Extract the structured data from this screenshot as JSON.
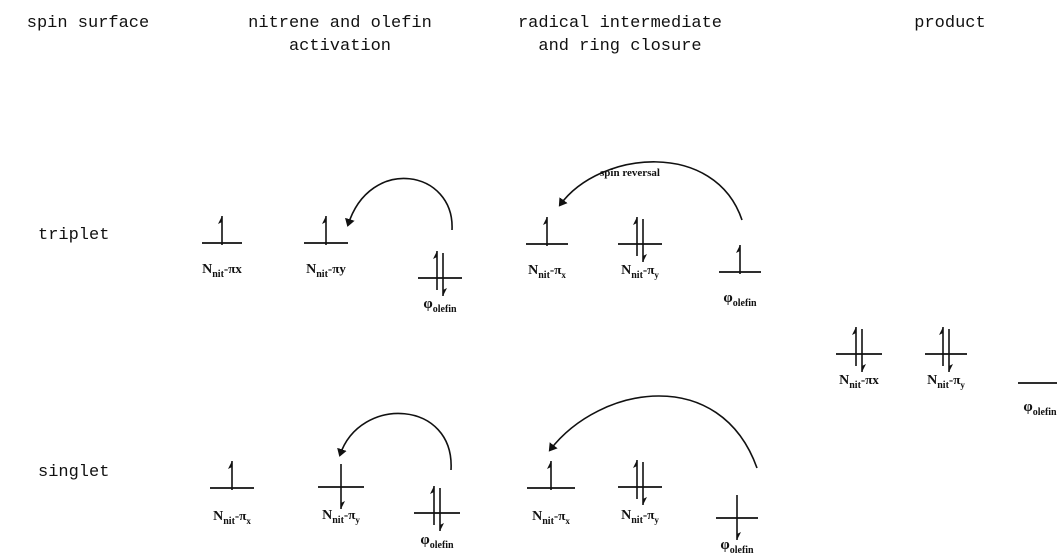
{
  "headers": {
    "spin_surface": "spin surface",
    "activation": "nitrene and olefin\nactivation",
    "radical": "radical intermediate\nand ring closure",
    "product": "product"
  },
  "rows": {
    "triplet": "triplet",
    "singlet": "singlet"
  },
  "arrow_labels": {
    "spin_reversal": "spin reversal"
  },
  "orbitals": [
    {
      "id": "t-act-x",
      "base": "N",
      "sub": "nit",
      "suffix": "-πx",
      "suffix_sub": "",
      "electrons": "up"
    },
    {
      "id": "t-act-y",
      "base": "N",
      "sub": "nit",
      "suffix": "-πy",
      "suffix_sub": "",
      "electrons": "up"
    },
    {
      "id": "t-act-o",
      "base": "φ",
      "sub": "olefin",
      "suffix": "",
      "suffix_sub": "",
      "electrons": "pair"
    },
    {
      "id": "t-rad-x",
      "base": "N",
      "sub": "nit",
      "suffix": "-π",
      "suffix_sub": "x",
      "electrons": "up"
    },
    {
      "id": "t-rad-y",
      "base": "N",
      "sub": "nit",
      "suffix": "-π",
      "suffix_sub": "y",
      "electrons": "pair"
    },
    {
      "id": "t-rad-o",
      "base": "φ",
      "sub": "olefin",
      "suffix": "",
      "suffix_sub": "",
      "electrons": "up"
    },
    {
      "id": "p-x",
      "base": "N",
      "sub": "nit",
      "suffix": "-πx",
      "suffix_sub": "",
      "electrons": "pair"
    },
    {
      "id": "p-y",
      "base": "N",
      "sub": "nit",
      "suffix": "-π",
      "suffix_sub": "y",
      "electrons": "pair"
    },
    {
      "id": "p-o",
      "base": "φ",
      "sub": "olefin",
      "suffix": "",
      "suffix_sub": "",
      "electrons": "none"
    },
    {
      "id": "s-act-x",
      "base": "N",
      "sub": "nit",
      "suffix": "-π",
      "suffix_sub": "x",
      "electrons": "up"
    },
    {
      "id": "s-act-y",
      "base": "N",
      "sub": "nit",
      "suffix": "-π",
      "suffix_sub": "y",
      "electrons": "down"
    },
    {
      "id": "s-act-o",
      "base": "φ",
      "sub": "olefin",
      "suffix": "",
      "suffix_sub": "",
      "electrons": "pair"
    },
    {
      "id": "s-rad-x",
      "base": "N",
      "sub": "nit",
      "suffix": "-π",
      "suffix_sub": "x",
      "electrons": "up"
    },
    {
      "id": "s-rad-y",
      "base": "N",
      "sub": "nit",
      "suffix": "-π",
      "suffix_sub": "y",
      "electrons": "pair"
    },
    {
      "id": "s-rad-o",
      "base": "φ",
      "sub": "olefin",
      "suffix": "",
      "suffix_sub": "",
      "electrons": "down"
    }
  ]
}
